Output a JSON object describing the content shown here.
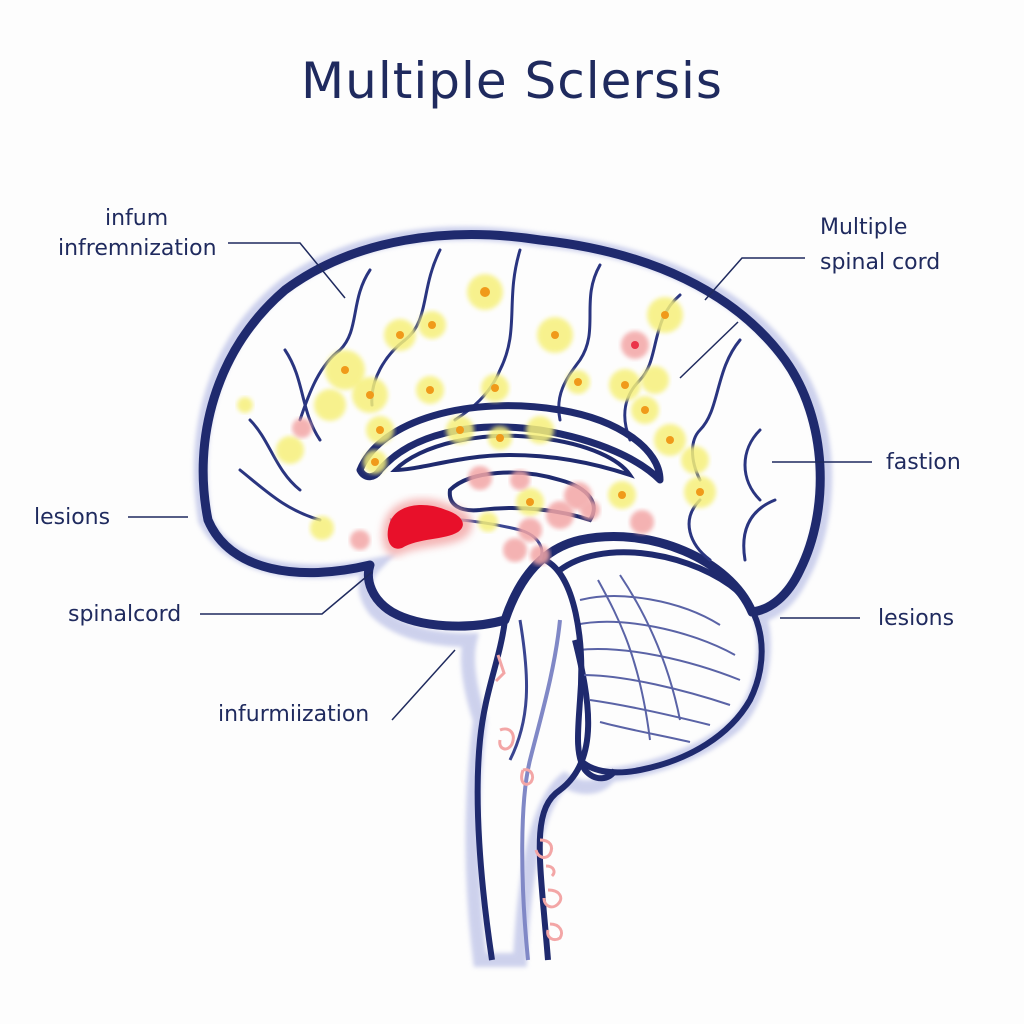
{
  "title": "Multiple Sclersis",
  "labels": {
    "top_left_line1": "infum",
    "top_left_line2": "infremnization",
    "top_right_line1": "Multiple",
    "top_right_line2": "spinal cord",
    "left_lesions": "lesions",
    "right_fastion": "fastion",
    "left_spinal_cord": "spinalcord",
    "right_lesions": "lesions",
    "bottom_inflammation": "infurmiization"
  },
  "colors": {
    "outline": "#1f2a6e",
    "vein": "#3a4590",
    "halo": "#b9bfe6",
    "lesion_yellow": "#f6f07a",
    "lesion_core": "#f09a1a",
    "lesion_pink": "#f3a6a6",
    "lesion_red": "#e8102a"
  }
}
